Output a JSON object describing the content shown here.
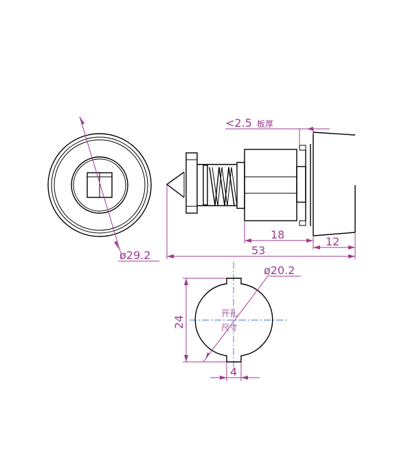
{
  "colors": {
    "outline": "#000000",
    "dimension": "#9c3b8f",
    "centerline": "#3d6fd6",
    "background": "#ffffff"
  },
  "dimensions": {
    "front_diameter": "ø29.2",
    "panel_thickness": "<2.5",
    "panel_thickness_note": "板厚",
    "overall_length": "53",
    "body_length": "18",
    "head_length": "12",
    "cutout_diameter": "ø20.2",
    "cutout_height": "24",
    "cutout_key_width": "4"
  },
  "cutout": {
    "label_line1": "开孔",
    "label_line2": "尺寸"
  }
}
